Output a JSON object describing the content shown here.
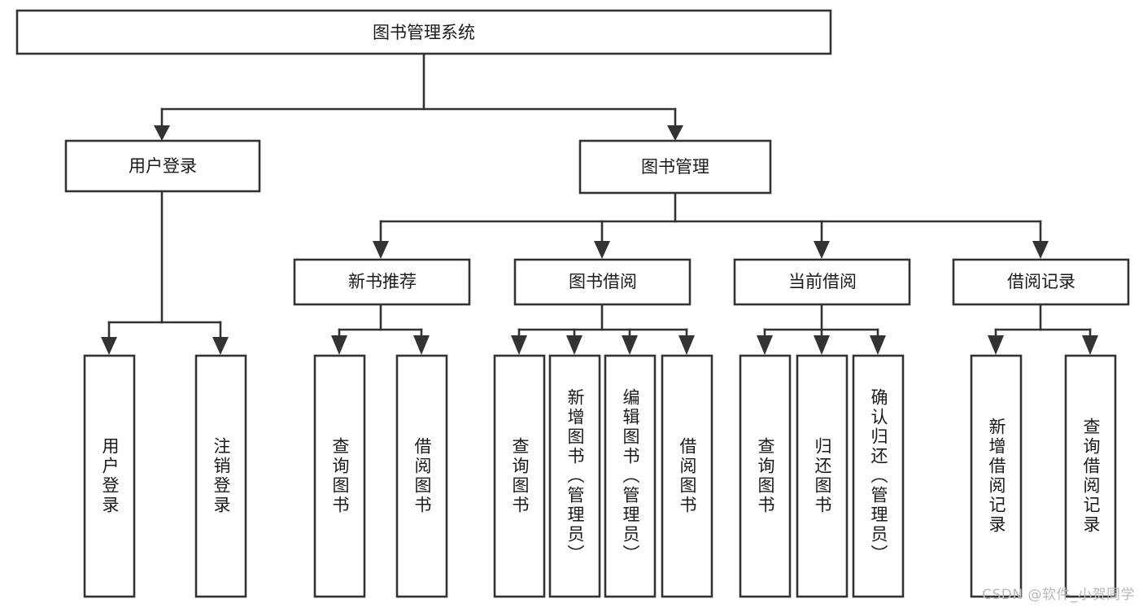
{
  "diagram": {
    "title": "图书管理系统",
    "watermark": "CSDN @软件_小贺同学",
    "levels": {
      "root": "图书管理系统",
      "level2": [
        "用户登录",
        "图书管理"
      ],
      "level3": [
        "新书推荐",
        "图书借阅",
        "当前借阅",
        "借阅记录"
      ]
    },
    "nodes": {
      "root": {
        "label": "图书管理系统"
      },
      "user_login": {
        "label": "用户登录"
      },
      "book_manage": {
        "label": "图书管理"
      },
      "new_book_rec": {
        "label": "新书推荐"
      },
      "book_borrow": {
        "label": "图书借阅"
      },
      "current_borrow": {
        "label": "当前借阅"
      },
      "borrow_record": {
        "label": "借阅记录"
      },
      "leaf_user_login": {
        "label": "用户登录"
      },
      "leaf_logout": {
        "label": "注销登录"
      },
      "leaf_query_book_a": {
        "label": "查询图书"
      },
      "leaf_borrow_book_a": {
        "label": "借阅图书"
      },
      "leaf_query_book_b": {
        "label": "查询图书"
      },
      "leaf_add_book": {
        "label": "新增图书（管理员）"
      },
      "leaf_edit_book": {
        "label": "编辑图书（管理员）"
      },
      "leaf_borrow_book_b": {
        "label": "借阅图书"
      },
      "leaf_query_book_c": {
        "label": "查询图书"
      },
      "leaf_return_book": {
        "label": "归还图书"
      },
      "leaf_confirm_return": {
        "label": "确认归还（管理员）"
      },
      "leaf_add_record": {
        "label": "新增借阅记录"
      },
      "leaf_query_record": {
        "label": "查询借阅记录"
      }
    },
    "colors": {
      "stroke": "#333333",
      "fill": "#ffffff",
      "text": "#1a1a1a",
      "watermark": "#b9b9b9",
      "background": "#ffffff"
    }
  },
  "chart_data": {
    "type": "tree-diagram",
    "title": "图书管理系统",
    "orientation": "top-down",
    "tree": {
      "label": "图书管理系统",
      "children": [
        {
          "label": "用户登录",
          "children": [
            {
              "label": "用户登录",
              "children": []
            },
            {
              "label": "注销登录",
              "children": []
            }
          ]
        },
        {
          "label": "图书管理",
          "children": [
            {
              "label": "新书推荐",
              "children": [
                {
                  "label": "查询图书",
                  "children": []
                },
                {
                  "label": "借阅图书",
                  "children": []
                }
              ]
            },
            {
              "label": "图书借阅",
              "children": [
                {
                  "label": "查询图书",
                  "children": []
                },
                {
                  "label": "新增图书（管理员）",
                  "children": []
                },
                {
                  "label": "编辑图书（管理员）",
                  "children": []
                },
                {
                  "label": "借阅图书",
                  "children": []
                }
              ]
            },
            {
              "label": "当前借阅",
              "children": [
                {
                  "label": "查询图书",
                  "children": []
                },
                {
                  "label": "归还图书",
                  "children": []
                },
                {
                  "label": "确认归还（管理员）",
                  "children": []
                }
              ]
            },
            {
              "label": "借阅记录",
              "children": [
                {
                  "label": "新增借阅记录",
                  "children": []
                },
                {
                  "label": "查询借阅记录",
                  "children": []
                }
              ]
            }
          ]
        }
      ]
    }
  }
}
